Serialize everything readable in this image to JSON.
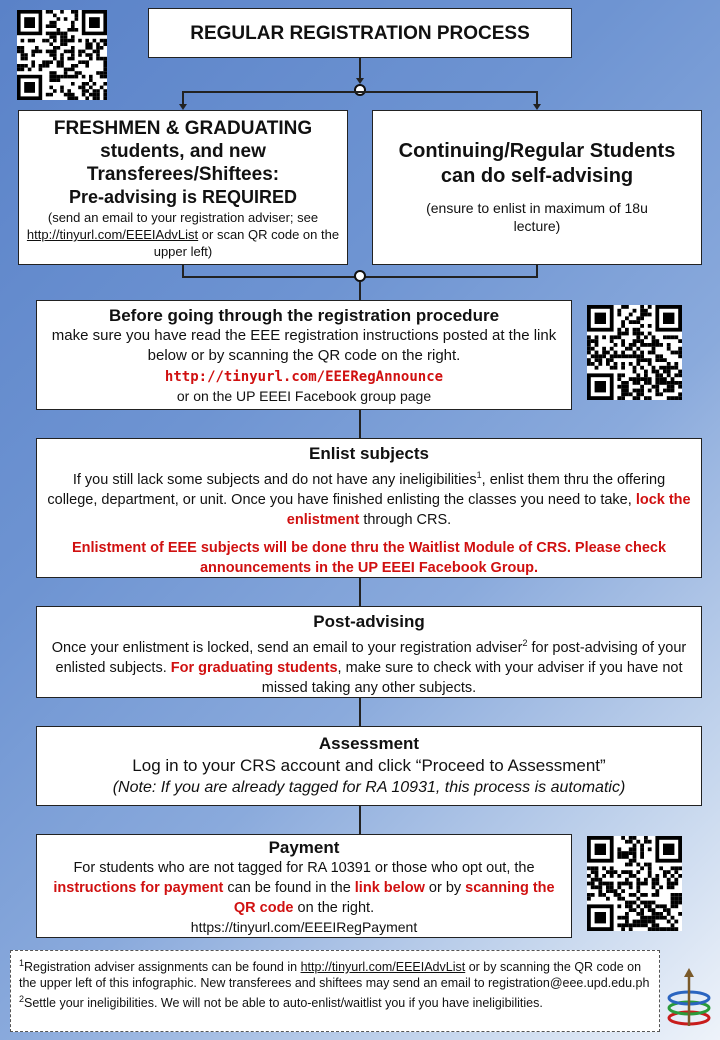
{
  "title": "REGULAR REGISTRATION PROCESS",
  "left_box": {
    "heading1": "FRESHMEN & GRADUATING",
    "heading2": "students, and new",
    "heading3": "Transferees/Shiftees:",
    "heading4": "Pre-advising is REQUIRED",
    "note_a": "(send an email to your registration adviser; see",
    "note_link": "http://tinyurl.com/EEEIAdvList",
    "note_b": " or scan QR code on the upper left)"
  },
  "right_box": {
    "heading1": "Continuing/Regular Students",
    "heading2": "can do self-advising",
    "note": "(ensure to enlist in maximum of 18u lecture)"
  },
  "before": {
    "heading": "Before going through the registration procedure",
    "text": "make sure you have read the EEE registration instructions posted at the link below or by scanning the QR code on the right.",
    "link": "http://tinyurl.com/EEERegAnnounce",
    "tail": "or on the UP EEEI Facebook group page"
  },
  "enlist": {
    "heading": "Enlist subjects",
    "text_a": "If you still lack some subjects and do not have any ineligibilities",
    "sup": "1",
    "text_b": ", enlist them thru the offering college, department, or unit. Once you have finished enlisting the classes you need to take, ",
    "lock": "lock the enlistment",
    "text_c": " through CRS.",
    "red_note": "Enlistment of EEE subjects will be done thru the Waitlist Module of CRS. Please check announcements in the UP EEEI Facebook Group."
  },
  "post": {
    "heading": "Post-advising",
    "text_a": "Once your enlistment is locked, send an email to your registration adviser",
    "sup": "2",
    "text_b": " for post-advising of your enlisted subjects. ",
    "grad": "For graduating students",
    "text_c": ", make sure to check with your adviser if you have not missed taking any other subjects."
  },
  "assessment": {
    "heading": "Assessment",
    "text": "Log in to your CRS account and click “Proceed to Assessment”",
    "note": "(Note: If you are already tagged for RA 10931, this process is automatic)"
  },
  "payment": {
    "heading": "Payment",
    "text_a": "For students who are not tagged for RA 10391 or those who opt out, the ",
    "instr": "instructions for payment",
    "text_b": " can be found in the ",
    "link_below": "link below",
    "text_c": " or by ",
    "scan": "scanning the QR code",
    "text_d": " on the right.",
    "url": "https://tinyurl.com/EEEIRegPayment"
  },
  "footnote": {
    "sup1": "1",
    "f1_a": "Registration adviser assignments can be found in ",
    "f1_link": "http://tinyurl.com/EEEIAdvList",
    "f1_b": " or by scanning the QR code on the upper left of this infographic. New transferees and shiftees may send an email to registration@eee.upd.edu.ph",
    "sup2": "2",
    "f2": "Settle your ineligibilities. We will not be able to auto-enlist/waitlist you if you have ineligibilities."
  },
  "colors": {
    "accent_red": "#d01010",
    "background_blue": "#5a82c8"
  },
  "icons": [
    "qr-code-icon",
    "eeei-logo-icon"
  ]
}
